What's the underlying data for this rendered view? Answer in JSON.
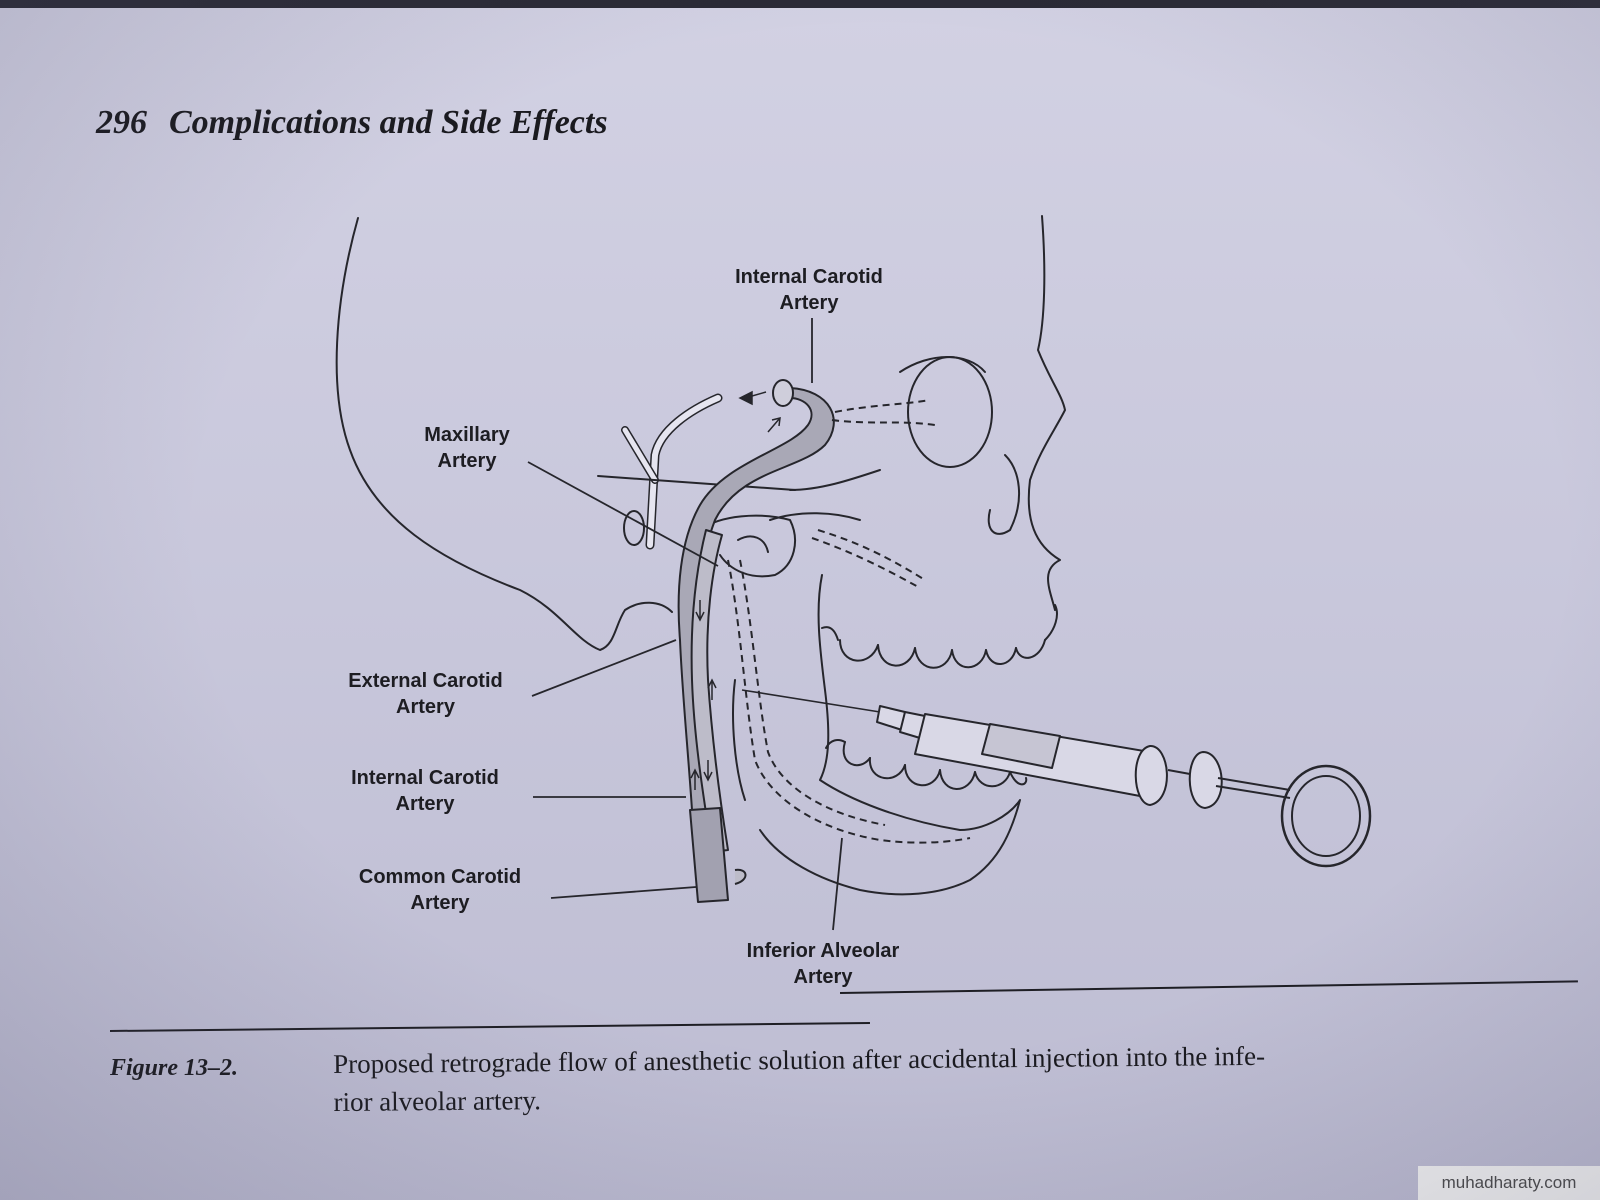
{
  "header": {
    "page_number": "296",
    "chapter_title": "Complications and Side Effects"
  },
  "figure": {
    "labels": {
      "internal_carotid_top_line1": "Internal Carotid",
      "internal_carotid_top_line2": "Artery",
      "maxillary_line1": "Maxillary",
      "maxillary_line2": "Artery",
      "external_carotid_line1": "External Carotid",
      "external_carotid_line2": "Artery",
      "internal_carotid_line1": "Internal Carotid",
      "internal_carotid_line2": "Artery",
      "common_carotid_line1": "Common Carotid",
      "common_carotid_line2": "Artery",
      "inferior_alveolar_line1": "Inferior Alveolar",
      "inferior_alveolar_line2": "Artery"
    }
  },
  "caption": {
    "label": "Figure 13–2.",
    "line1": "Proposed retrograde flow of anesthetic solution after accidental injection into the infe-",
    "line2": "rior alveolar artery."
  },
  "watermark": "muhadharaty.com"
}
